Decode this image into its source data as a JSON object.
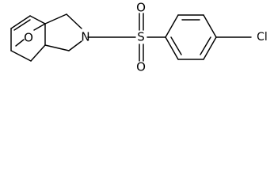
{
  "molecule": {
    "atoms": {
      "oxygen_bridge": "O",
      "nitrogen": "N",
      "sulfur": "S",
      "sulfonyl_oxygen_top": "O",
      "sulfonyl_oxygen_bottom": "O",
      "chlorine": "Cl"
    }
  }
}
